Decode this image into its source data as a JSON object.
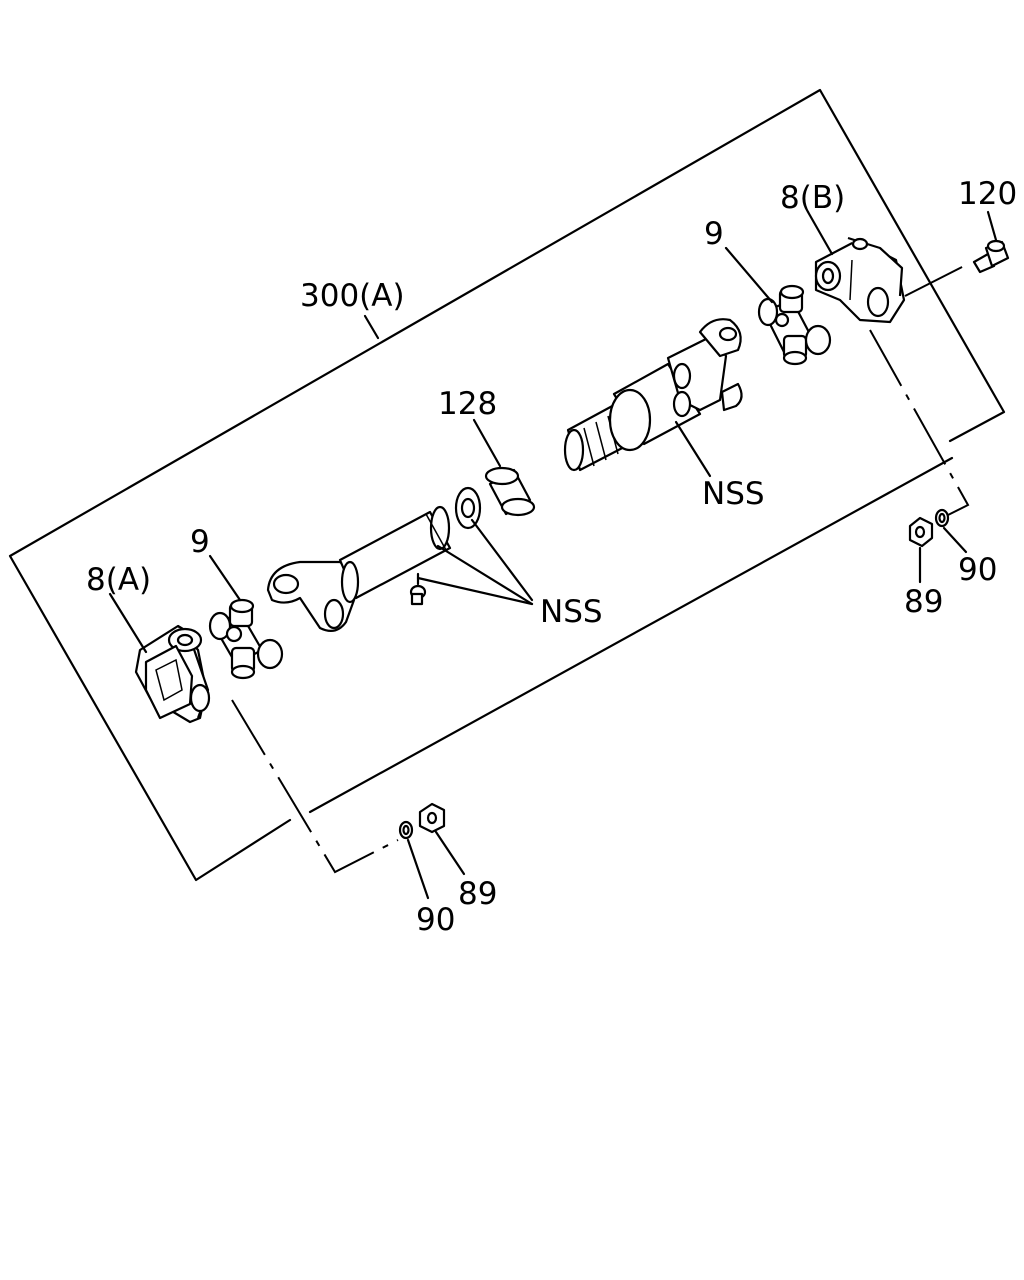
{
  "diagram": {
    "assembly_label": "300(A)",
    "labels": {
      "flange_a": "8(A)",
      "flange_b": "8(B)",
      "joint_left": "9",
      "joint_right": "9",
      "ring": "128",
      "nss_upper": "NSS",
      "nss_lower": "NSS",
      "bolt": "120",
      "nut_right": "89",
      "washer_right": "90",
      "nut_bottom": "89",
      "washer_bottom": "90"
    }
  }
}
